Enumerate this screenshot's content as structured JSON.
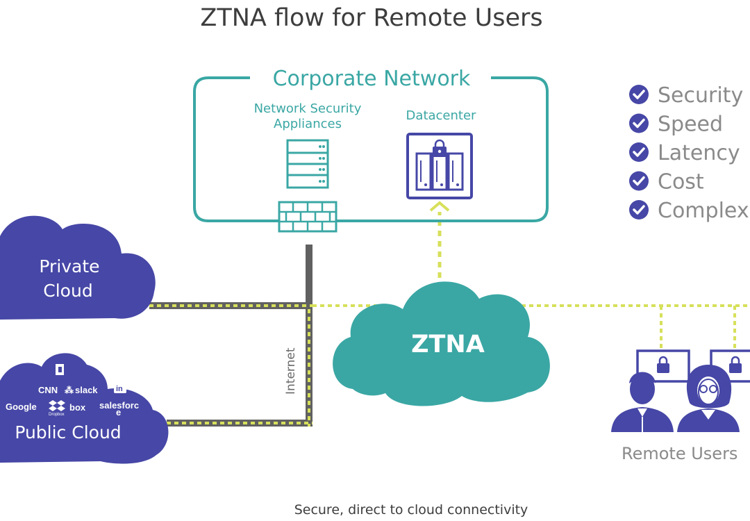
{
  "title": "ZTNA flow for Remote Users",
  "corporate_network": {
    "label": "Corporate Network",
    "appliances_label_line1": "Network Security",
    "appliances_label_line2": "Appliances",
    "datacenter_label": "Datacenter"
  },
  "private_cloud": {
    "line1": "Private",
    "line2": "Cloud"
  },
  "public_cloud": {
    "label": "Public Cloud",
    "logos": {
      "cnn": "CNN",
      "slack": "slack",
      "linkedin": "in",
      "google": "Google",
      "dropbox": "Dropbox",
      "box": "box",
      "salesforce_line1": "salesforc",
      "salesforce_line2": "e"
    }
  },
  "ztna": {
    "label": "ZTNA"
  },
  "internet_label": "Internet",
  "benefits": [
    "Security",
    "Speed",
    "Latency",
    "Cost",
    "Complex"
  ],
  "remote_users": {
    "label": "Remote Users"
  },
  "caption": "Secure, direct to cloud connectivity",
  "colors": {
    "teal": "#3aa7a4",
    "indigo": "#4647a6",
    "yellow_dash": "#d7e05a",
    "gray_line": "#616161",
    "benefit_gray": "#8a8a8a",
    "title": "#3d3d3d"
  }
}
